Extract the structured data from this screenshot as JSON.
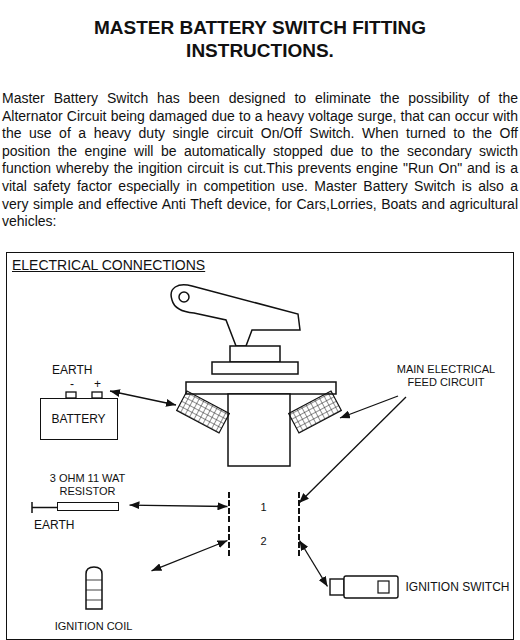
{
  "diagram": {
    "title": "MASTER BATTERY SWITCH FITTING INSTRUCTIONS.",
    "nodes": [
      {
        "text": [
          "ELECTRICAL CONNECTIONS"
        ]
      },
      {
        "text": [
          "BATTERY"
        ],
        "in": 0
      },
      {
        "text": [
          "3 OHM 11 WAT RESISTOR"
        ],
        "in": 0
      },
      {
        "text": [
          "1"
        ],
        "in": 0
      },
      {
        "text": [
          "2"
        ],
        "in": 0
      },
      {
        "text": [
          "IGNITION COIL"
        ],
        "in": 0
      },
      {
        "text": [
          "IGNITION SWITCH"
        ],
        "in": 0
      }
    ],
    "edges": [
      {
        "from": 2,
        "to": 3,
        "arrow": "both"
      },
      {
        "from": 5,
        "to": 4,
        "arrow": "both"
      },
      {
        "from": 4,
        "to": 6,
        "arrow": "both"
      }
    ],
    "labels": [
      "Master Battery Switch has been designed to eliminate the possibility of the Alternator Circuit being damaged due to a heavy voltage surge, that can occur with the use of a heavy duty single circuit On/Off Switch. When turned to the Off position the engine will be automatically stopped due to the secondary swicth function whereby the ingition circuit is cut.This prevents engine \"Run On\" and is a vital safety factor especially in competition use. Master Battery Switch is also a very simple and effective Anti Theft device, for Cars,Lorries, Boats and agricultural vehicles:",
      "EARTH",
      "-",
      "+",
      "MAIN ELECTRICAL FEED CIRCUIT",
      "EARTH"
    ]
  }
}
